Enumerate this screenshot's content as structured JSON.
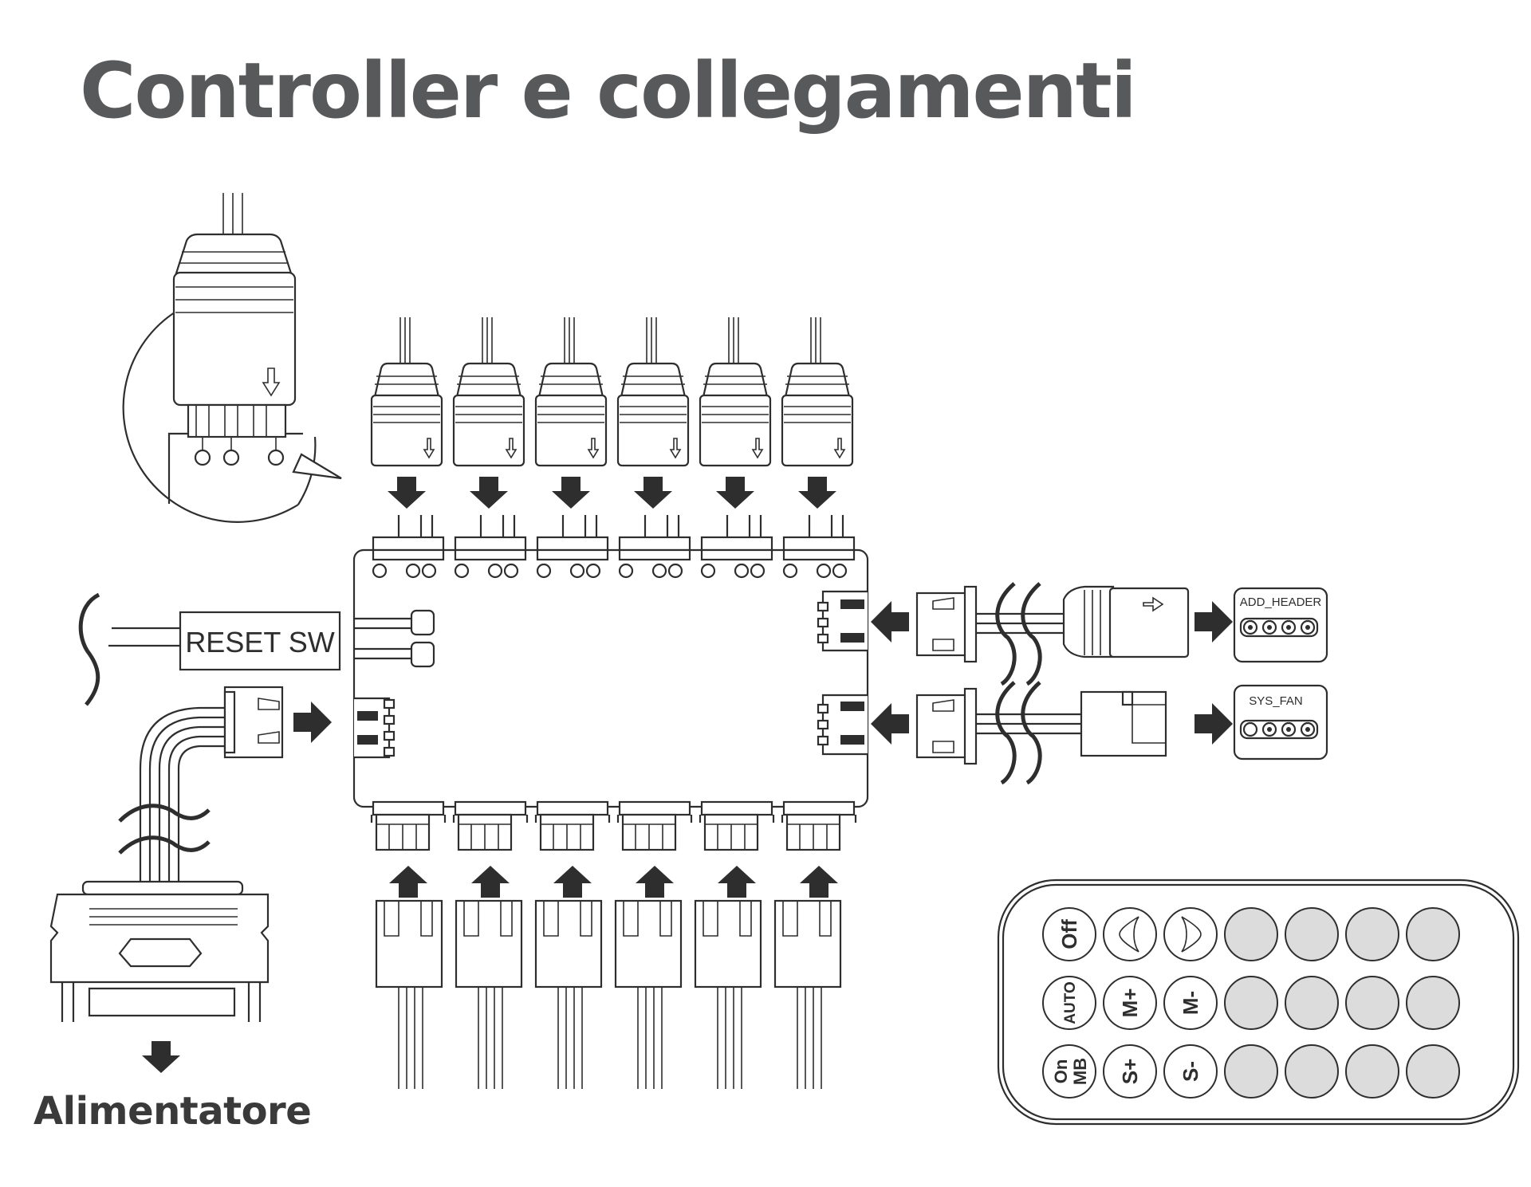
{
  "title": "Controller e collegamenti",
  "labels": {
    "reset_sw": "RESET SW",
    "add_header": "ADD_HEADER",
    "sys_fan": "SYS_FAN",
    "psu": "Alimentatore"
  },
  "remote": {
    "row1": [
      "Off",
      "",
      "",
      "",
      "",
      "",
      ""
    ],
    "row2": [
      "AUTO",
      "M+",
      "M-",
      "",
      "",
      "",
      ""
    ],
    "row3_line1": [
      "On",
      "S+",
      "S-"
    ],
    "row3_line2": [
      "MB"
    ]
  },
  "colors": {
    "title": "#58595b",
    "lines": "#2e2e2e",
    "button_fill": "#dcdcdc"
  }
}
